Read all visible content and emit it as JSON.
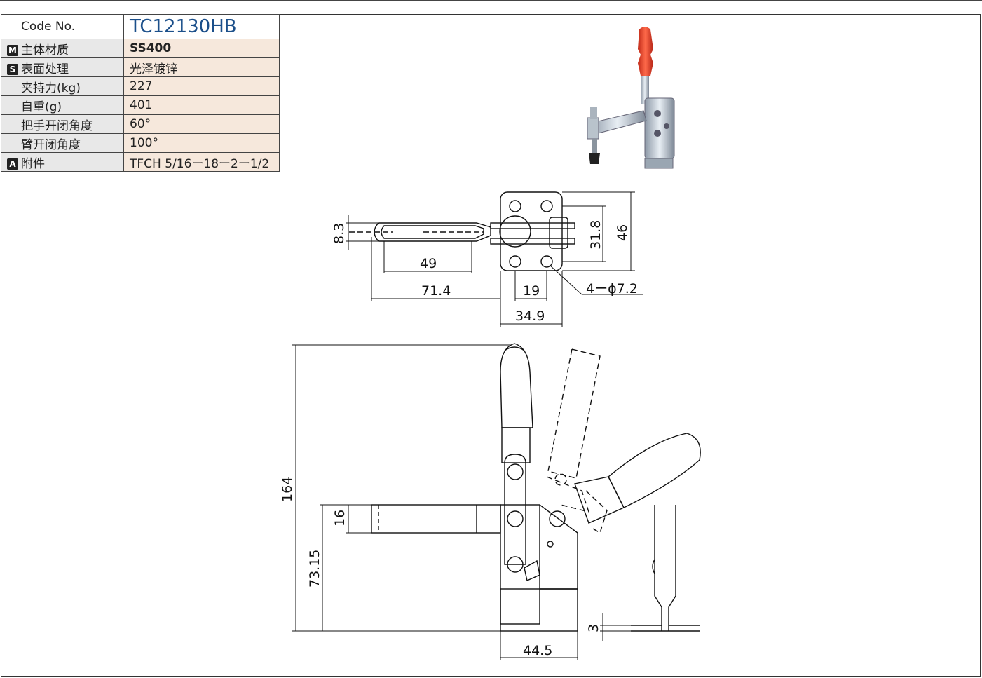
{
  "spec": {
    "code_label": "Code No.",
    "code_value": "TC12130HB",
    "rows": [
      {
        "badge": "M",
        "label": "主体材质",
        "value": "SS400",
        "bold": true
      },
      {
        "badge": "S",
        "label": "表面处理",
        "value": "光泽镀锌"
      },
      {
        "badge": "",
        "label": "夹持力(kg)",
        "value": "227"
      },
      {
        "badge": "",
        "label": "自重(g)",
        "value": "401"
      },
      {
        "badge": "",
        "label": "把手开闭角度",
        "value": "60°"
      },
      {
        "badge": "",
        "label": "臂开闭角度",
        "value": "100°"
      },
      {
        "badge": "A",
        "label": "附件",
        "value": "TFCH 5/16ー18ー2ー1/2"
      }
    ]
  },
  "drawing": {
    "top_view": {
      "d_8_3": "8.3",
      "d_49": "49",
      "d_71_4": "71.4",
      "d_19": "19",
      "d_34_9": "34.9",
      "d_31_8": "31.8",
      "d_46": "46",
      "holes": "4ーϕ7.2"
    },
    "side_view": {
      "d_164": "164",
      "d_16": "16",
      "d_73_15": "73.15",
      "d_44_5": "44.5",
      "d_3": "3"
    }
  },
  "colors": {
    "code_blue": "#1b4f8a",
    "handle_red": "#e5412c",
    "value_bg": "#f6e8dc",
    "label_bg": "#e8e8e8"
  }
}
